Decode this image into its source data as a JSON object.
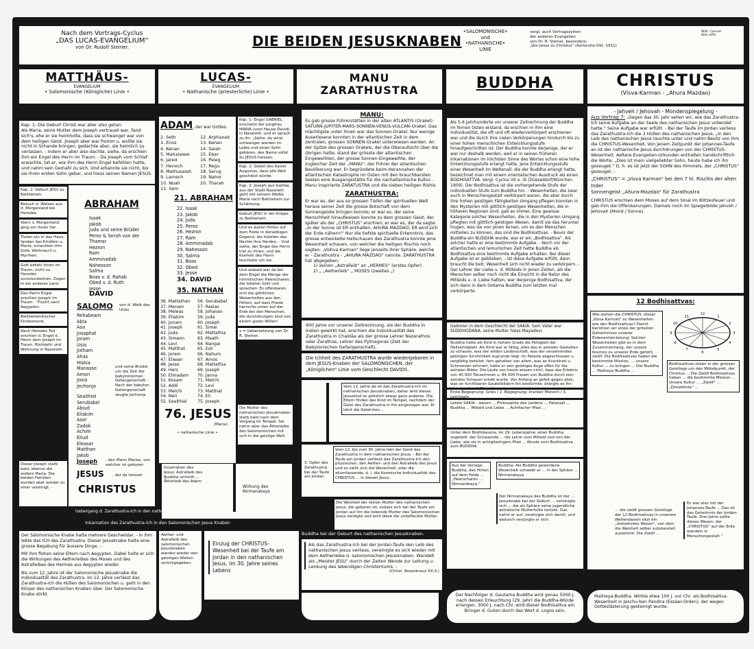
{
  "header": {
    "source_line1": "Nach dem Vortrags-Cyclus",
    "source_line2": "„DAS LUCAS-EVANGELIUM“",
    "source_line3": "von Dr. Rudolf Steiner.",
    "title": "DIE BEIDEN JESUSKNABEN",
    "lines": "•SALOMONISCHE•\nund\n•NATHANISCHE•\nLINIE",
    "reference": "vergl. auch Vortragszyklen\nder anderen Evangelien\nvon Dr. R. Steiner, besonders:\n„Von Jesus zu Christus“ (Karlsruhe-Okt. 1911)",
    "author_mark": "Wilh. Conrad\nKöln a/Rh."
  },
  "columns": {
    "matthaeus": {
      "title": "MATTHÄUS-",
      "sub1": "EVANGELIUM",
      "sub2": "• Salomonische (Königliche) Linie •"
    },
    "lucas": {
      "title": "LUCAS-",
      "sub1": "EVANGELIUM",
      "sub2": "• Nathanische (priesterliche) Linie •"
    },
    "manu": {
      "title1": "MANU",
      "title2": "ZARATHUSTRA"
    },
    "buddha": {
      "title": "BUDDHA"
    },
    "christus": {
      "title": "CHRISTUS",
      "sub": "(Visva-Karman - „Ahura Mazdao)"
    }
  },
  "matthaeus": {
    "kap1": "Kap. 1: Die Geburt Christi war aber also getan:\nAls Maria, seine Mutter dem Joseph vertrauet war, fand sich's, ehe er sie heimholte, dass sie schwanger war von dem heiligen Geist. Joseph aber war fromm u. wollte sie nicht in Schande bringen, gedachte aber, sie heimlich zu verlassen. - Indem er aber also dachte, siehe, da erschien ihm ein Engel des Herrn im Traum. - Da Joseph vom Schlaf erwachte, tat er, wie ihm des Herrn Engel befohlen hatte, und nahm sein Gemahl zu sich. Und erkannte sie nicht, bis sie ihren ersten Sohn gebar, und hiess seinen Namen JESUS.",
    "side": [
      "Kap. 2: Geburt JESU zu Bethlehem.",
      "Besuch d. Weisen aus d. Morgenland bei Herodes.",
      "Stern v. Morgenland ging vor ihnen her.",
      "Traten ein in das Haus, fanden das Kindlein u. Maria, schenkten ihm Gold, Weihrauch u. Myrrhen.",
      "Gott befahl ihnen im Traum, nicht zu Herodes zurückzukehren. Zogen in ein anderes Land.",
      "Des Herrn Engel erschien Joseph im Traum. - Flucht nach Aegypten.",
      "Bethlehemitischer Kindesmord.",
      "Nach Herodes Tod erschien d. Engel d. Herrn dem Joseph im Traum. Rückkehr und Wohnung in Nazareth."
    ],
    "abraham": "ABRAHAM",
    "gen1": "Isaak\nJakob\nJuda und seine Brüder\nPerez & Serah von der Thamar\nHezron\nRam\nAmminadab\nNahesson\nSalma\nBoas v. d. Rahab\nObed v. d. Ruth\nJesse",
    "david": "DAVID",
    "salomo": "SALOMO",
    "salomo_note": "von d. Weib des Urias",
    "gen2": "Rehabeam\nAbia\nAsa\nJosaphat\nJoram\nUsia\nJotham\nAhas\nHiskia\nManasse\nAmon\nJosia\nJechonja",
    "jechonja_note": "und seine Brüder um die Zeit der babylonischen Gefangenschaft. - Nach der babylon. Gefangenschaft zeugte Jechonja",
    "gen3": "Sealthiel\nSerubabel\nAbiud\nEliakim\nAsor\nZadok\nAchim\nEliud\nEleasar\nMatthan\nJakob",
    "joseph": "Joseph",
    "joseph_note": ", den Mann Marias, von welcher ist geboren",
    "jesus": "JESUS",
    "jesus_note": ", der da heisset",
    "christus": "CHRISTUS",
    "joseph_death": "Dieser Joseph starb bald, ebenso die andere Maria. Die beiden Familien wurden aber wieder zu einer vereinigt. -",
    "uebergang": "Uebergang d. Zarathustra-Ich in den nathanischen",
    "incarnation": "Inkarnation des Zarathustra-Ich in den Salomonischen Jesus Knaben",
    "salomon_knabe": "Der Salomonische Knabe hatte mehrere Geschwister. - In ihm lebte das ICH des Zarathustra. Dieser Jesusknabe hatte eine grosse Begabung für äussere Dinge. -",
    "aegypten": "Mit ihm flohen seine Eltern nach Aegypten. Dabei holte er sich die Wirkungen des Aetherleibes des Moses und des Astralleibes des Hermes aus Aegypten wieder.",
    "zwoelf": "Bis zum 12. Jahre ist der Salomonische Jesusknabe die Individualität des Zarathustra. Im 12. Jahre verlässt das Zarathustra-Ich die Hüllen des Salomonischen u. geht in den Körper des nathanischen Knaben über. Der Salomonische Knabe stirbt."
  },
  "lucas": {
    "adam": "ADAM",
    "adam_note": ", der war Gottes.",
    "gen_a_left": "2. Seth\n3. Enos\n4. Kenan\n5. Mahalaleel\n6. Jared\n7. Henoch\n8. Methusalah\n9. Lamech\n10. Noah\n11. Sem",
    "gen_a_right": "12. Arphaxad\n13. Kenan\n14. Salah\n15. Eber\n16. Peleg\n17. Regu\n18. Serug\n19. Nahor\n20. Tharah",
    "abraham": "21. ABRAHAM",
    "gen_b": "22. Isaak\n23. Jakob\n24. Juda\n25. Perez\n26. Hezron\n27. Ram\n28. Amminadab\n29. Nahesson\n30. Salma\n31. Boas\n32. Obed\n33. Jesse",
    "david": "34. DAVID",
    "nathan": "35. NATHAN",
    "gen_c_left": "36. Mattathan\n37. Menam\n38. Meleas\n39. Eliakim\n40. Jonam\n41. Joseph\n42. Juda\n43. Simeon\n44. Levi\n45. Matthat\n46. Jorem\n47. Elieser\n48. Jesse\n49. Hers\n50. Elmadam\n51. Kosam\n52. Addi\n53. Melchi\n54. Neri\n55. Sealthiel",
    "gen_c_right": "56. Serubabel\n57. Resias\n58. Johanan\n59. Juda\n60. Joseph\n61. Simei\n62. Mattathia\n63. Maath\n64. Nangai\n65. Esli\n66. Nahum\n67. Amos\n68. Mattathia\n69. Joseph\n70. Janna\n71. Melchi\n72. Levi\n73. Matthat\n74. Eli\n75. Joseph",
    "jesus": "76. JESUS",
    "maria": "(Maria)",
    "linie": "• nathanische Linie •",
    "side": [
      "Kap. 1: Engel GABRIEL erscheint der Jungfrau MARIA (vom Hause David) in Nazareth, und er sprach zu ihr: „Siehe, du wirst schwanger werden im Leibe und einen Sohn gebären, des Name sollst du JESUS heissen.",
      "Kap. 2: Gebot des Kaiser Augustus, dass alle Welt geschätzt würde.",
      "Kap. 2: Joseph aus Galiläa, aus der Stadt Nazareth geht mit seinem Weibe Maria nach Bethlehem zur Schätzung.",
      "Geburt JESU in der Krippe zu Bethlehem.",
      "Und es waren Hirten auf dem Felde in derselbigen Gegend, die hüteten des Nachts ihre Herden. - Und siehe, der Engel des Herrn trat zu ihnen, und die Klarheit des Herrn leuchtete um sie.",
      "Und alsbald war da bei dem Engel die Menge der himmlischen Heerscharen, die lobeten Gott und sprachen: Es offenbaren sich die göttlichen Wesenheiten aus den Höhen, auf dass Friede herrsche unten auf der Erde bei den Menschen, die durchdrungen sind von einem guten Willen!",
      "x = Uebersetzung von Dr. R. Steiner."
    ],
    "mutter": "Die Mutter des nathanischen Jesusknaben starb bald nach dem Vorgang im Tempel. Sie nahm aber das Ätherleibe des Salomonischen mit sich in die geistige Welt.",
    "incarnation_note": "Incarnation des Jesus: Astralleib des Buddha umhüllt ... Ätherleib des Adam",
    "aether_astral": "Aether- und Astralleib des salomonischen Jesusknaben werden wieder den geistigen Welten zurückgegeben.",
    "nirmanakaya": "Wirkung des Nirmanakaya",
    "einzug": "Einzug der CHRISTUS-Wesenheit bei der Taufe am Jordan in den nathanischen Jesus, im 30. Jahre seines Lebens"
  },
  "manu": {
    "heading": "MANU:",
    "text": "Es gab grosse Führerstätten in der alten ATLANTIS (Orakel): SATURN-JUPITER-MARS-SONNEN-VENUS-VULCAN-Orakel. Das mächtigste unter ihnen war das Sonnen-Orakel. Nur wenige Auserlesene konnten in der atlantischen Zeit in dem zentralen, grossen SONNEN-Orakel unterwiesen werden. An der Spitze des grossen Orakels, der die Oberaufsicht über die übrigen hatte, stand der grösste der atlantischen Eingeweihten, der grosse Sonnen-Eingeweihte, der zugleicher Zeit der „MANU“, der Führer der atlantischen Bevölkerung war. Er begründete beim Herannahen der atlantischen Katastrophe im Osten mit den brauchbarsten Seelen eine Ausgangsstätte für die nachatlantische Kultur. - Manu inspirierte ZARATUSTRA und die sieben heiligen Rishis.",
    "zara_heading": "ZARATHUSTRA:",
    "zara_text": "Er war es, der aus so grossen Tiefen der spirituellen Welt heraus seiner Zeit die grosse Botschaft von dem Sonnengeiste bringen konnte; er war es, der seine Menschheit hinaufweisen konnte zu dem grossen Geist, der später als der „CHRISTUS“ erschien; er war es, der da sagte: „In der Sonne ist ER enthalten, AHURA MAZDAO; ER wird sich der Erde nähern!“ Nur die tiefste spirituelle Erkenntnis, das grosse entwickelte Hellschauen des Zarathustra konnte jene Wesenheit schauen, von welcher die heiligen Rischis noch sagten: „Vishva Karman“ liege jenseits ihrer Sphäre, welche er - Zarathustra - „AHURA MAZDAO“ nannte. ZARATHUSTRA hat abgegeben:",
    "opfer1": "1) seinen „Astralleib“ an „HERMES“ (erstes Opfer)",
    "opfer2": "2) „ „Aetherleib“ „ MOSES (zweites „)",
    "600": "600 Jahre vor unserer Zeitrechnung, als der Buddha in Indien gewirkt hat, erschien die Individualität des Zarathustra in Chaldäa als der grosse Lehrer Nazarathos oder Zarathas, Lehrer des Pythagoras (Zeit der Babylonischen Gefangenschaft).",
    "ichheit": "Die Ichheit des ZARATHUSTRA wurde wiedergeboren in dem JESUS-Knaben der SALOMONISCHEN, der „Königlichen“ Linie vom Geschlecht DAVIDS.",
    "vom12": "Vom 12. Jahre ab ist das Zarathustra-Ich im nathanischen Jesusknaben, daher wird dieses Jesuskind so plötzlich etwas ganz anderes. Die Eltern finden das Kind im Tempel, nachdem der Geist des Zarathustra in ihn eingezogen war. Er lehrt die Gelehrten ...",
    "vom12b": "Vom 12. bis zum 30. Jahre lebt der Geist des Zarathustra in dem nathanischen Jesus. - Bei der Taufe am Jordan verlässt das Zarathustra-Ich den physischen, den Aether- und den Astralleib des Jesus und es sieht sich die Wesenheit, oder die allumfassende, d. i. die Kosmische Individualität des CHRISTUS ... in diesen Jesus.",
    "opfer3": "3. Opfer des Zarathustra bei der Taufe am Jordan.",
    "weisheit": "Die Weisheit der reinen Mutter des nathanischen Jesus, die geboren ist, sodass sich bei der Taufe am Jordan auf ihn die liebende Mutter des Salomonischen Jesus verlegte und wird diese die unbefleckte Mutter.",
    "geburt_nath": "Buddha bei der Geburt des nathanischen Jesusknaben.",
    "jordan": "Als das Zarathustra-Ich bei der Jordan-Taufe den Leib des nathanischen Jesus verliess, vereinigte es sich wieder mit dem Aetherleibe d. salomonischen Jesusknaben. Wandelt als „Meister JESU“ durch der Zeiten Wende zur Leitung u. Lenkung des lebendigen Christentums. -",
    "jordan_ref": "(Christ. Rosenkreuz XX-3.)"
  },
  "buddha": {
    "text": "Als 5-6 Jahrhunderte vor unserer Zeitrechnung der Buddha im fernen Osten erstand, da erschien in ihm eine Individualität, die oft und oft wiederverkörpert erschienen war und die durch ihre vielen Verkörperungen hindurch bis zu einer hohen menschlichen Entwicklungsstufe hinaufgeschritten ist. Der Buddha konnte derjenige, der er war nur deshalb werden, weil er in seinen früheren Inkarnationen im höchsten Sinne des Wortes schon eine hohe Entwicklungsstufe erlangt hatte. Jene Entwicklungsstufe einer Wesenheit im Weltenall, die der Buddha erlangt hatte, bezeichnet man mit einem orientalischen Ausdruck als einen BODHISATTVA. Vergl. Cyclus VII u. IX (Düsseldorf/München 1909). Der Bodhisattva ist die vorhergehende Stufe der individuellen Stufe zum Buddha hin. - Wesenheiten, die zwar auch in Menschengestalt verkörpert waren, die aber durch ihre hohen geistigen Fähigkeiten Umgang pflegen konnten in den Mysterien mit göttlich-geistigen Wesenheiten, die in höheren Regionen sind, gab es immer. Eine gewisse Kategorie solcher Wesenheiten, die in den Mysterien Umgang pflegten mit göttlich-geistigen Wesen, damit sie das herunter trugen, was sie von jenen lernen, um es den Menschen mitteilen zu können, das sind die Bodhisattvas. - Bevor der Buddha ein BUDDHA wurde, war er ein „Bodhisattva“. Als solcher hatte er eine bestimmte Aufgabe. - Noch vor der atlantischen und lemurischen Zeit hatte Buddha als Bodhisattva eine bestimmte Aufgabe erhalten. Bei dieser Aufgabe ist er geblieben. - Ist diese Aufgabe erfüllt, dann braucht die betr. Wesenheit sich nicht wieder zu verkörpern. - Der Lehrer der Liebe u. d. Mitleids in jenen Zeiten, als die Menschen selber noch nicht die Einsicht in die Natur des Mitleids u. d. Liebe hatten, war derjenige Bodhisattva, der sich dann in dem Gotama Buddha zum letzten mal verkörperte.",
    "sakia": "Geboren in dem Geschlecht der SAKIA. Sein Vater war SUDDHODANA, seine Mutter hiess Mayadevi.",
    "kind": "Buddha hatte als Kind in hohem Grade die Fähigkeit der Hellsichtigkeit. Als Kind war er fähig, alles das in astralen Gestalten zu schauen, was der wilden Leidenschaft, was der verzehrenden geistigen Sinnlichkeit zugrunde liegt. Im Palaste abgeschlossen u. sorgfältig behütet, fern gehalten von allem, was an Krankheit u. Schmerzen erinnert, hatte er sein geistiges Auge offen für die astralen Bilder. Die Leute von heute wissen nicht, dass das Erlebnis von 40 000 Tänzerinnen u. 84 000 Frauen von Buddha durch sein astrales Schauen erlebt wurde. Von Anfang an gefeit gegen alles, was an furchtbaren Gaukelbildern ihn bestürmte, drängte es ihn hinaus unter d. Menschen.",
    "begegnung": "Erste Begegnung: Greis / 2. Begegnung: kranker Mensch / 3. Leichnam",
    "sakia2": "Letzte SAKIA - wesen ... Philosophie des Leidens ... Patanjali ... Buddha ... Mitleid und Liebe ... Achtfacher Pfad ...",
    "bodhibaum": "Unter dem Bodhibaume, im 29. Lebensjahre, einer Buddha zugeteilt: der Schauende ... die Lehre vom Mitleid und von der Liebe, wie sie in achtgliedrigem Pfad ... Wurde vom Bodhisattva zum BUDDHA.",
    "lukas": "Aus der Vorlage: Buddha, des Hirten auf dem Felde ... „Heerscharen ... Nirmanakaya.“",
    "buddha_form": "Buddha: Als Buddha gewordene Wesenheit schwebt er ... in der Sphäre ... Nirmanakaya.",
    "nirmanakaya": "Der Nirmanakaya des Buddha ist der ... Jesusknabe bei der Geburt ... vereinigte sich ... die als Sphäre seine jugendliche astralische Mutterhülle losliste. Das nahm er auf, vereinigte sich damit, und dadurch verjüngte er sich.",
    "nachfolger": "Der Nachfolger d. Gautama Buddha wird genau 5000 J. nach dessen Erleuchtung (29. Jahr) die Buddha-Würde erlangen. 3000 J. nach Chr. wird dieser Bodhisattva ein Bringer d. Guten durch das Wort d. Logos sein."
  },
  "christus": {
    "jahve": "- Jahveh / Jehovah - Mondenspiegelung -",
    "vortrag_label": "Aus Vortrag 7:",
    "vortrag": "„Gegen das 30. Jahr sehen wir, wie das Zarathustra-Ich seine Aufgabe an der Seele des nathanischen Jesus vollendet hatte.“ Seine Aufgabe war erfüllt. - Bei der Taufe im Jordan verliess das Zarathustra-Ich die 3 Hüllen des nathanischen Jesus. „In den Leib des nathanischen Jesus tauchte unter und nahm Besitz von ihm die CHRISTUS-Wesenheit. Von jenem Zeitpunkt der Johannes-Taufe an ist der nathanische Jesus durchdrungen von der CHRISTUS-Wesenheit. Aeltere Evangelien-Urkunden enthalten handschriftlich die Worte: „Dies ist mein vielgeliebter Sohn, heute habe ich ihn gezeuget.“ D. h. es ist jetzt der SOHN des Himmels, der „CHRISTUS“ gezeuget. -",
    "visva": "„CHRISTUS“ = „Visva Karman“ bei den 7 hl. Rischis der alten Inder",
    "ahura": "Sonnengeist „Ahura-Mazdao“ für Zarathustra",
    "moses": "CHRISTUS erschien dem Moses auf dem Sinai im Blitzesfeuer und gab ihm die Offenbarungen. Damals noch im Spiegelbilde Jahveh / Jehovah (Mond / Sonne).",
    "zwoelf_heading": "12 Bodhisattvas:",
    "wheel_numbers": [
      "12",
      "1",
      "2",
      "3",
      "4",
      "5",
      "6",
      "7",
      "8",
      "9",
      "10",
      "11"
    ],
    "wheel_text": "Wie stehen die CHRISTUS, dieser „Visva Karman“ zu Wesenheiten wie den Bodhisattvas? Damit berühren wir eines der grössten Geheimnisse unserer Erdenentwickelung. Solcher Wesenheiten gibt es in dem Zusammenhang, der unsere Kosmos zu unserer Erde gehört, zwölf. Die Bodhisattvas haben die bestimmte Mission, ... unsere Kultur ... zu bringen ... Der Buddha ... Maitreya Buddha ...",
    "bodhisattvas_note": "Bodhisattvas sitzen in der grossen Geistloge um den Mittelpunkt, der Christus ... Die Zwölf Bodhisattvas haben ... die bestimmte Mission ... Unsere Kultur ... „Zwölf“ ... „Dreizehnte“ ...",
    "weisheit": "... die zwölf grossen Geistloge der 12 Bodhisattvas in unserem Weltendasein sitzt ein „dreizehntes Wesen“, von dem die Weisheit selber substanziell ausströmt. Die Zwölf ...",
    "geheimnis": "Es war also mit der Johannes-Taufe ... Das ist das Geheimnis der Jordan-Taufe. Drei Jahre sollte dieses Wesen: der „CHRISTUS“ auf der Erde wandeln in Menschengestalt.“",
    "maitreya": "Maitreya-Buddha: Wirkte etwa 100 J. vor Chr. als Bodhisattva-Wesenheit in Jeschu ben Pandira (Essäer-Orden), der wegen Gotteslästerung gesteinigt wurde."
  },
  "colors": {
    "ink": "#161616",
    "paper": "#fbfbf8"
  }
}
